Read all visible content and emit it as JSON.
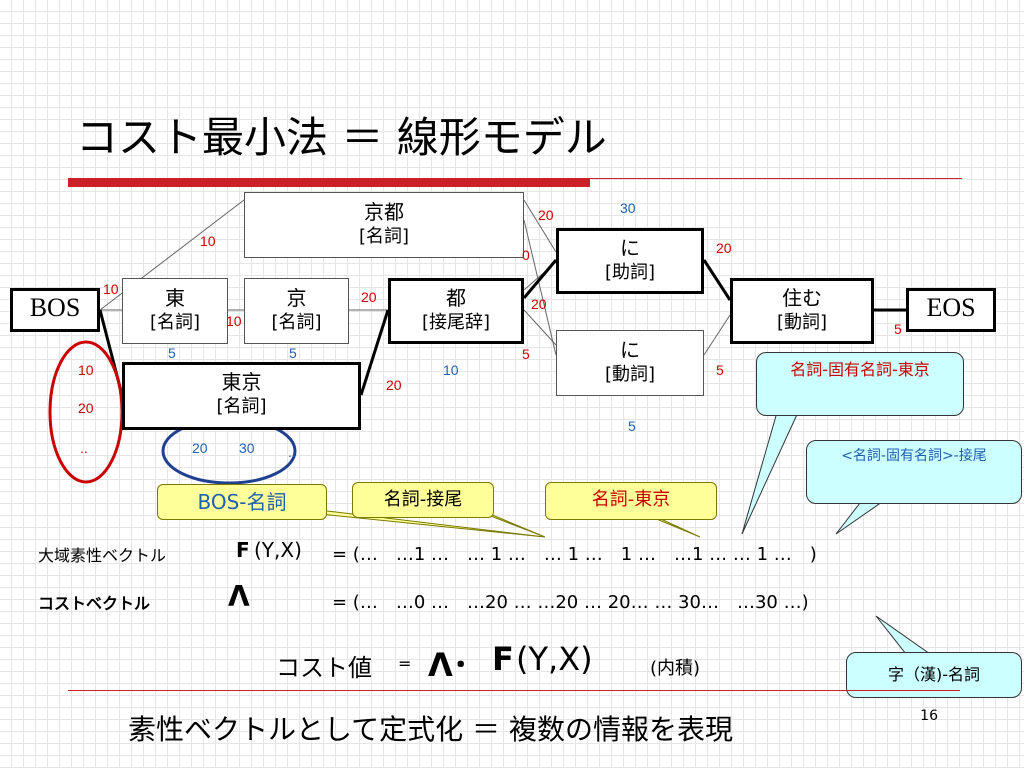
{
  "title": "コスト最小法 ＝ 線形モデル",
  "lattice": {
    "bos": "BOS",
    "eos": "EOS",
    "nodes": [
      {
        "id": "kyoto",
        "word": "京都",
        "pos": "[名詞]"
      },
      {
        "id": "higashi",
        "word": "東",
        "pos": "[名詞]"
      },
      {
        "id": "kyo",
        "word": "京",
        "pos": "[名詞]"
      },
      {
        "id": "to",
        "word": "都",
        "pos": "[接尾辞]"
      },
      {
        "id": "ni_aux",
        "word": "に",
        "pos": "[助詞]"
      },
      {
        "id": "ni_verb",
        "word": "に",
        "pos": "[動詞]"
      },
      {
        "id": "sumu",
        "word": "住む",
        "pos": "[動詞]"
      },
      {
        "id": "tokyo",
        "word": "東京",
        "pos": "[名詞]"
      }
    ],
    "edge_costs": {
      "bos_kyoto": "10",
      "bos_higashi": "10",
      "higashi_kyo": "10",
      "higashi_node": "5",
      "kyo_node": "5",
      "kyo_to": "20",
      "kyoto_ni": "20",
      "ni_top": "30",
      "kyoto_ni_verb": "0",
      "to_ni": "20",
      "to_ni_verb": "5",
      "to_node": "10",
      "tokyo_to": "20",
      "ni_sumu": "20",
      "ni_verb_sumu": "5",
      "ni_verb_node": "5",
      "sumu_eos": "5",
      "bos_tokyo_list": [
        "10",
        "20",
        ".."
      ],
      "tokyo_node_list": [
        "20",
        "30",
        ".."
      ]
    }
  },
  "feature_labels": {
    "bos_noun": "BOS-名詞",
    "noun_suffix": "名詞-接尾",
    "noun_tokyo": "名詞-東京"
  },
  "callouts": {
    "proper_noun_tokyo": "名詞-固有名詞-東京",
    "proper_noun_suffix": "<名詞-固有名詞>-接尾",
    "kanji_noun": "字（漢)-名詞"
  },
  "formulas": {
    "feature_label": "大域素性ベクトル",
    "feature_symbol": "F",
    "feature_args": "(Y,X)",
    "feature_values": "= (…　…1 …　… 1 …　… 1 …　1 …　…1 … … 1 …　)",
    "cost_label": "コストベクトル",
    "cost_symbol": "Λ",
    "cost_values": "= (…　…0 …　…20 … …20 … 20… … 30…　…30 …)",
    "cost_value_label": "コスト値",
    "eq": "=",
    "lambda": "Λ･",
    "f": "F",
    "yx": "(Y,X)",
    "inner": "(内積)"
  },
  "bottom_text": "素性ベクトルとして定式化 ＝ 複数の情報を表現",
  "page_number": "16",
  "colors": {
    "accent_red": "#cc1f27",
    "label_red": "#cc0000",
    "label_blue": "#1f5fb0",
    "callout_fill": "#ccffff",
    "feature_fill": "#ffff99"
  }
}
